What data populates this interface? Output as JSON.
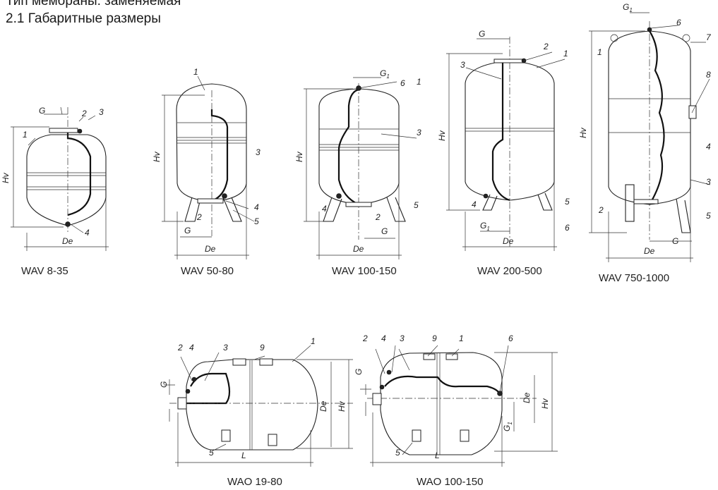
{
  "header": {
    "line1": "Тип мембраны: заменяемая",
    "line2": "2.1 Габаритные размеры"
  },
  "dim_labels": {
    "height": "Hv",
    "diameter": "De",
    "length": "L",
    "connection": "G",
    "connection_2": "G",
    "sub_1": "1"
  },
  "tanks": [
    {
      "caption": "WAV 8-35",
      "callouts": [
        "1",
        "2",
        "3",
        "4"
      ]
    },
    {
      "caption": "WAV 50-80",
      "callouts": [
        "1",
        "2",
        "3",
        "4",
        "5"
      ]
    },
    {
      "caption": "WAV 100-150",
      "callouts": [
        "1",
        "2",
        "3",
        "4",
        "5",
        "6"
      ]
    },
    {
      "caption": "WAV 200-500",
      "callouts": [
        "1",
        "2",
        "3",
        "4",
        "5",
        "6"
      ]
    },
    {
      "caption": "WAV 750-1000",
      "callouts": [
        "1",
        "2",
        "3",
        "4",
        "5",
        "6",
        "7",
        "8"
      ]
    },
    {
      "caption": "WAO 19-80",
      "callouts": [
        "1",
        "2",
        "3",
        "4",
        "5",
        "9"
      ]
    },
    {
      "caption": "WAO 100-150",
      "callouts": [
        "1",
        "2",
        "3",
        "4",
        "5",
        "6",
        "9"
      ]
    }
  ],
  "colors": {
    "line": "#222222",
    "background": "#ffffff"
  }
}
